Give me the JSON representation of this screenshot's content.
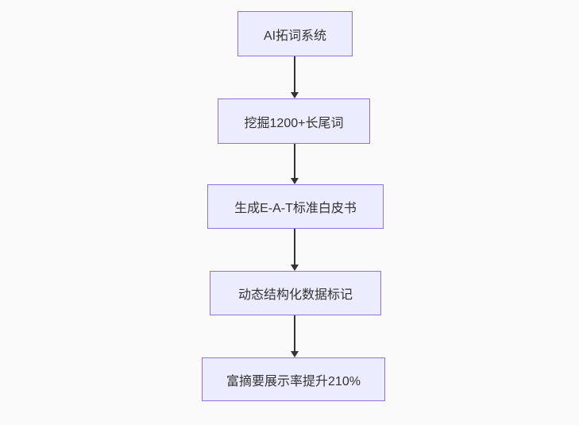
{
  "diagram": {
    "type": "flowchart",
    "direction": "top-down",
    "nodes": [
      {
        "id": "A",
        "label": "AI拓词系统"
      },
      {
        "id": "B",
        "label": "挖掘1200+长尾词"
      },
      {
        "id": "C",
        "label": "生成E-A-T标准白皮书"
      },
      {
        "id": "D",
        "label": "动态结构化数据标记"
      },
      {
        "id": "E",
        "label": "富摘要展示率提升210%"
      }
    ],
    "edges": [
      {
        "from": "A",
        "to": "B",
        "style": "arrow-down"
      },
      {
        "from": "B",
        "to": "C",
        "style": "arrow-down"
      },
      {
        "from": "C",
        "to": "D",
        "style": "arrow-down"
      },
      {
        "from": "D",
        "to": "E",
        "style": "arrow-down"
      }
    ],
    "colors": {
      "bg": "#fafafa",
      "node-fill": "#ECECFF",
      "node-border": "#9370DB",
      "edge": "#333333",
      "text": "#333333"
    }
  }
}
